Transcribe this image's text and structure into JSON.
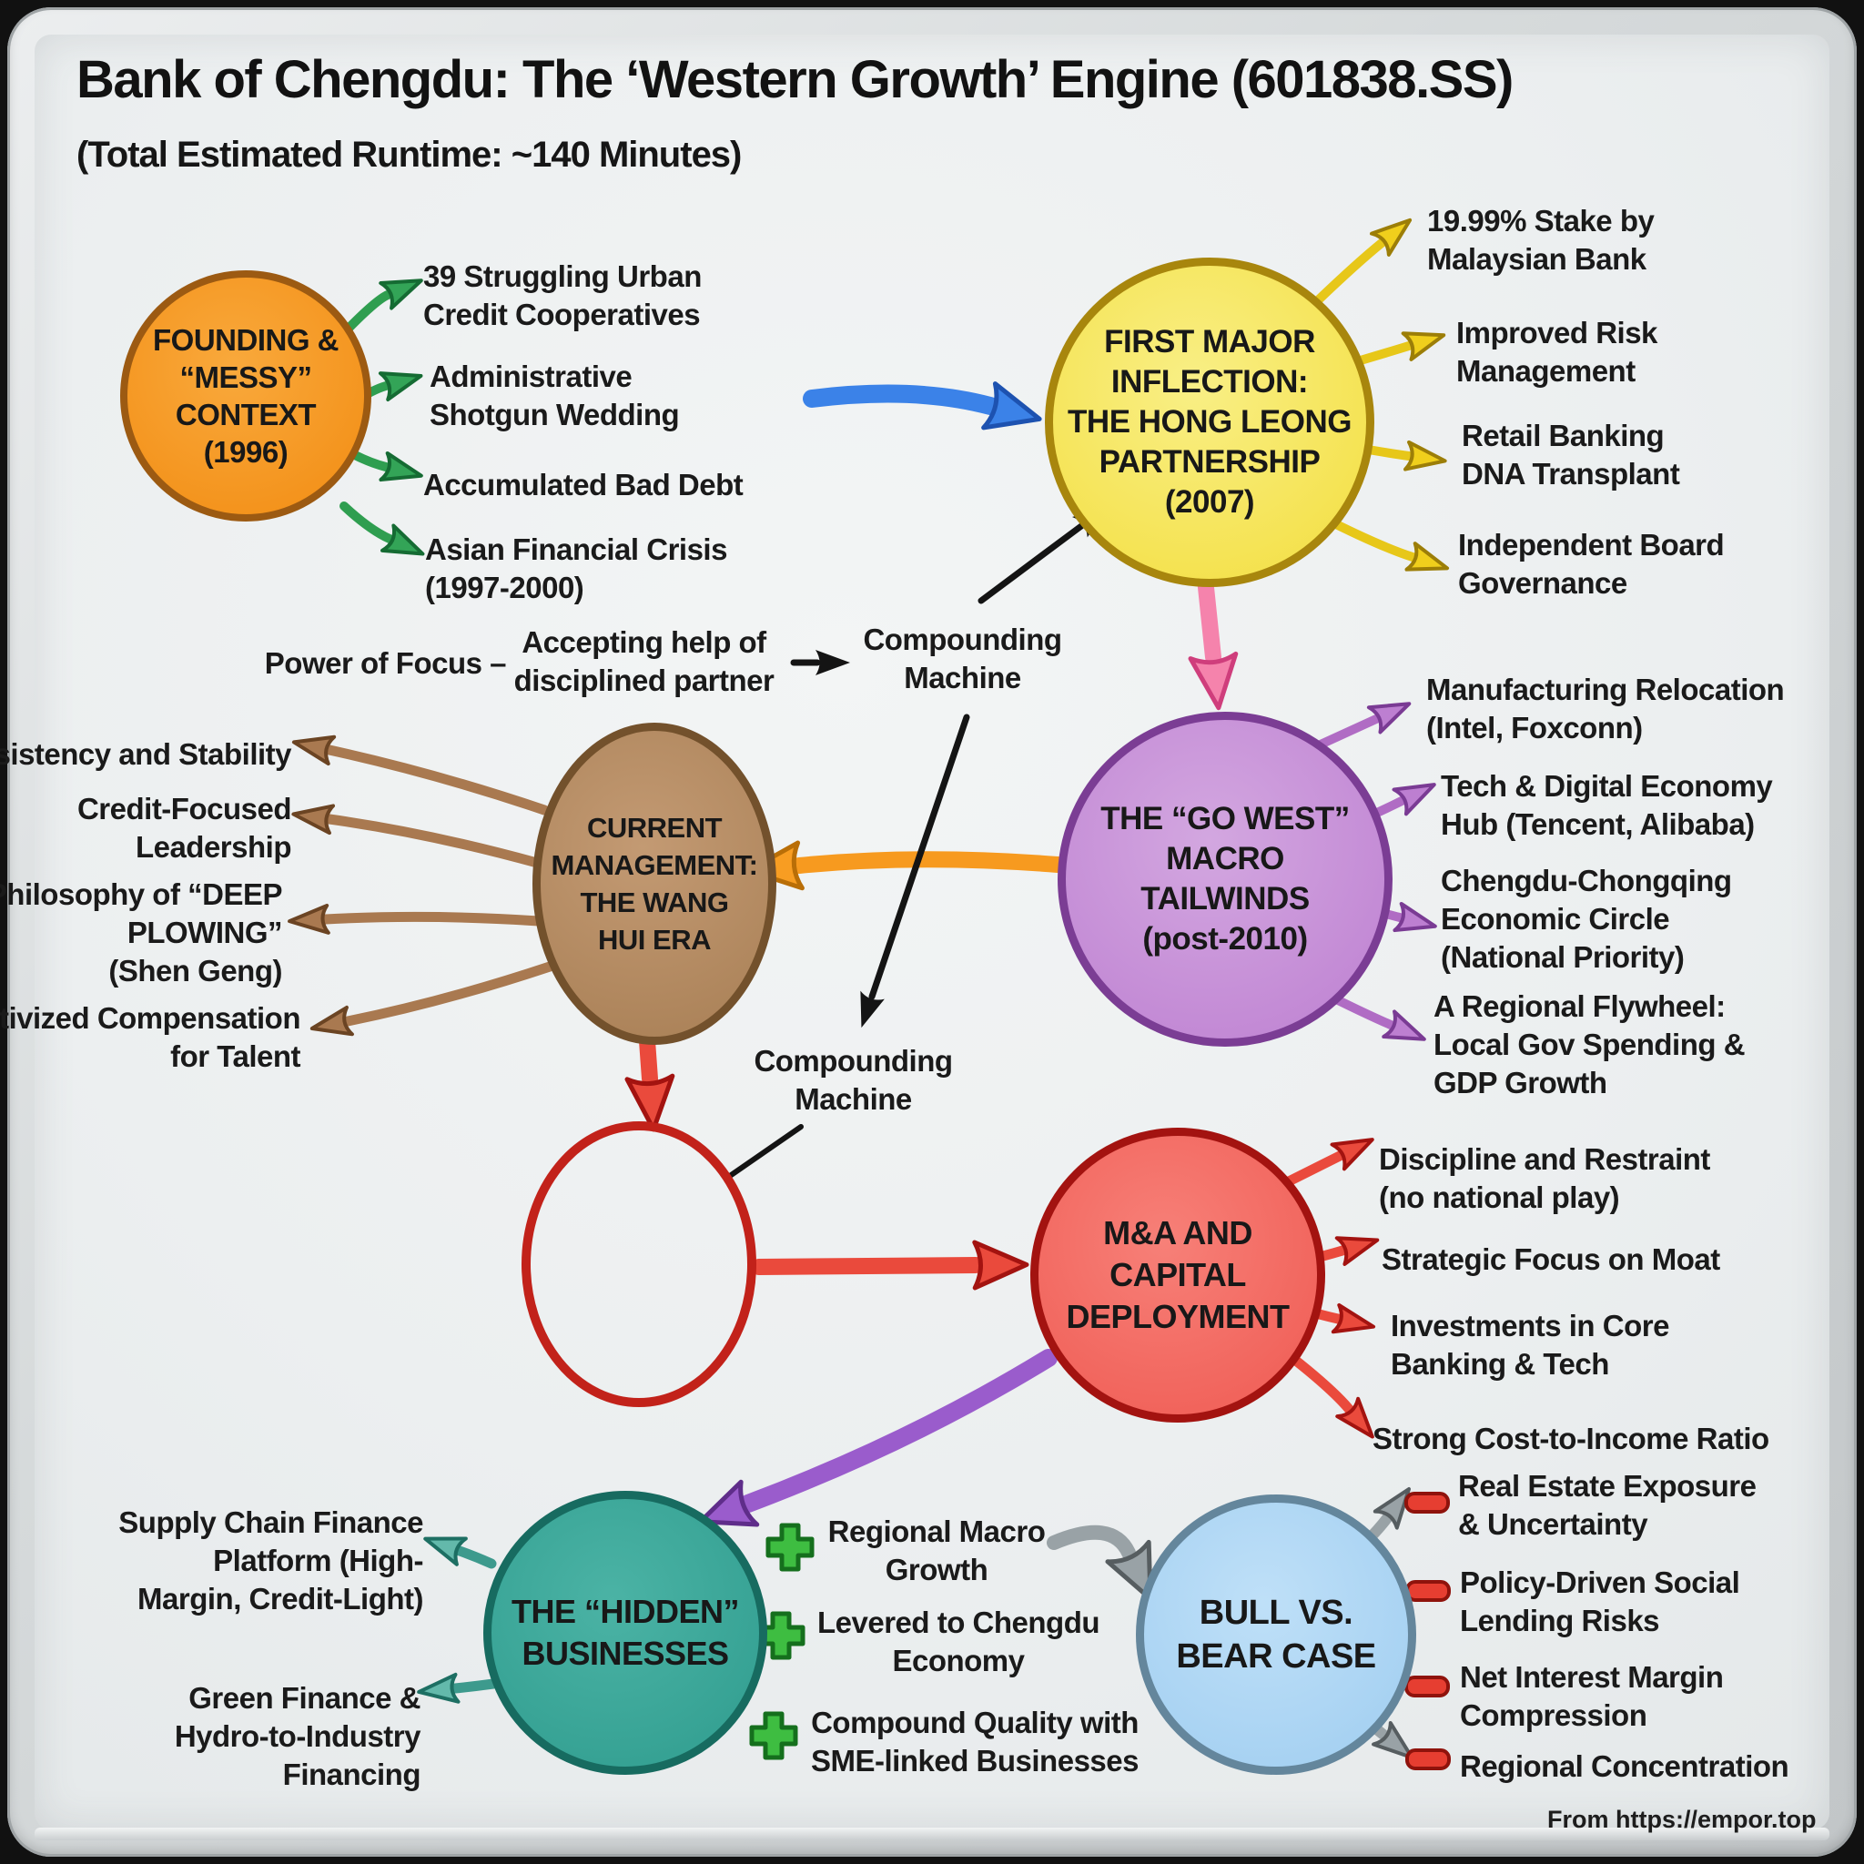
{
  "title": "Bank of Chengdu: The ‘Western Growth’ Engine (601838.SS)",
  "subtitle": "(Total Estimated Runtime: ~140 Minutes)",
  "watermark": "From https://empor.top",
  "nodes": {
    "founding": "FOUNDING &\n“MESSY”\nCONTEXT\n(1996)",
    "inflection": "FIRST MAJOR\nINFLECTION:\nTHE HONG LEONG\nPARTNERSHIP\n(2007)",
    "gowest": "THE “GO WEST”\nMACRO\nTAILWINDS\n(post-2010)",
    "management": "CURRENT\nMANAGEMENT:\nTHE WANG\nHUI ERA",
    "ma": "M&A AND\nCAPITAL\nDEPLOYMENT",
    "hidden": "THE “HIDDEN”\nBUSINESSES",
    "bullbear": "BULL VS.\nBEAR CASE"
  },
  "labels": {
    "power_of_focus": "Power of Focus –",
    "accepting_help": "Accepting help of\ndisciplined partner",
    "compounding_top": "Compounding\nMachine",
    "compounding_mid": "Compounding\nMachine"
  },
  "lists": {
    "founding": [
      "39 Struggling Urban\nCredit Cooperatives",
      "Administrative\nShotgun Wedding",
      "Accumulated Bad Debt",
      "Asian Financial Crisis\n(1997-2000)"
    ],
    "inflection": [
      "19.99% Stake by\nMalaysian Bank",
      "Improved Risk\nManagement",
      "Retail Banking\nDNA Transplant",
      "Independent Board\nGovernance"
    ],
    "gowest": [
      "Manufacturing Relocation\n(Intel, Foxconn)",
      "Tech & Digital Economy\nHub (Tencent, Alibaba)",
      "Chengdu-Chongqing\nEconomic Circle\n(National Priority)",
      "A Regional Flywheel:\nLocal Gov Spending &\nGDP Growth"
    ],
    "management": [
      "Consistency and Stability",
      "Credit-Focused\nLeadership",
      "Philosophy of “DEEP\nPLOWING”\n(Shen Geng)",
      "Incentivized Compensation\nfor Talent"
    ],
    "ma": [
      "Discipline and Restraint\n(no national play)",
      "Strategic Focus on Moat",
      "Investments in Core\nBanking & Tech",
      "Strong Cost-to-Income Ratio"
    ],
    "hidden": [
      "Supply Chain Finance\nPlatform (High-\nMargin, Credit-Light)",
      "Green Finance &\nHydro-to-Industry\nFinancing"
    ],
    "bull": [
      "Regional Macro\nGrowth",
      "Levered to Chengdu\nEconomy",
      "Compound Quality with\nSME-linked Businesses"
    ],
    "bear": [
      "Real Estate Exposure\n& Uncertainty",
      "Policy-Driven Social\nLending Risks",
      "Net Interest Margin\nCompression",
      "Regional Concentration"
    ]
  },
  "colors": {
    "founding_fill": "#f28c12",
    "inflection_fill": "#f3de3e",
    "gowest_fill": "#bd7fd1",
    "management_fill": "#a87f55",
    "ma_fill": "#ef5a52",
    "hidden_fill": "#2f9c8e",
    "bullbear_fill": "#9fcdf0",
    "plus_green": "#3ebd41",
    "minus_red": "#e63e31"
  }
}
